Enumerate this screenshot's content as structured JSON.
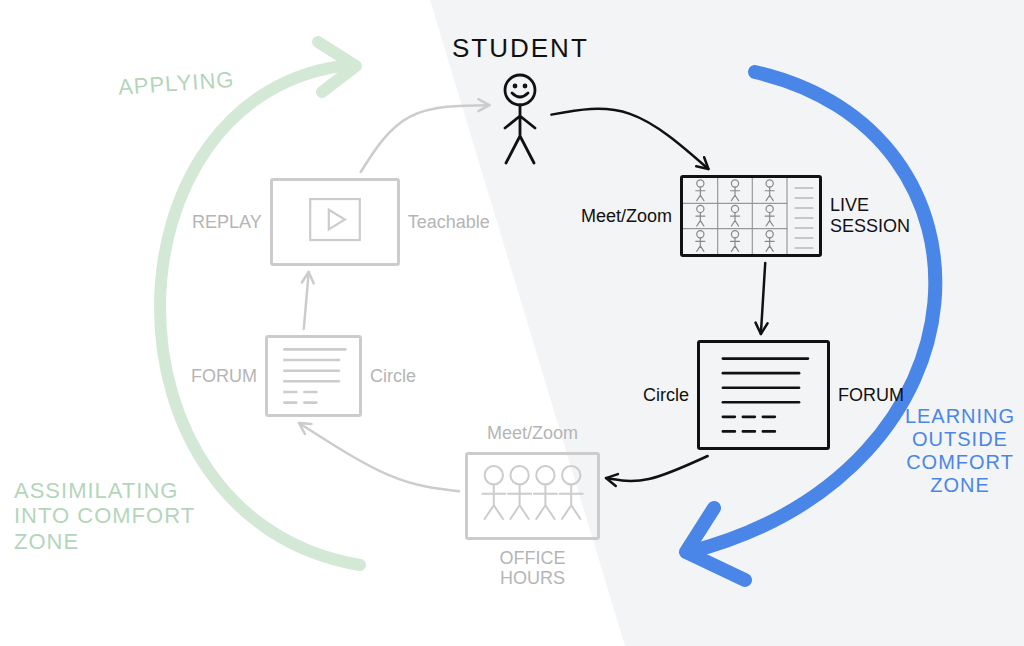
{
  "diagram": {
    "nodes": [
      {
        "text": [
          "STUDENT"
        ]
      },
      {
        "text": [
          "Meet/Zoom",
          "LIVE SESSION"
        ]
      },
      {
        "text": [
          "REPLAY",
          "Teachable"
        ]
      },
      {
        "text": [
          "Circle",
          "FORUM"
        ]
      },
      {
        "text": [
          "FORUM",
          "Circle"
        ]
      },
      {
        "text": [
          "Meet/Zoom",
          "OFFICE HOURS"
        ]
      }
    ],
    "edges": [
      {
        "from": 0,
        "to": 1,
        "arrow": "to"
      },
      {
        "from": 1,
        "to": 3,
        "arrow": "to"
      },
      {
        "from": 3,
        "to": 5,
        "arrow": "to"
      },
      {
        "from": 5,
        "to": 4,
        "arrow": "to"
      },
      {
        "from": 4,
        "to": 2,
        "arrow": "to"
      },
      {
        "from": 2,
        "to": 0,
        "arrow": "to"
      }
    ],
    "labels": [
      "APPLYING",
      "ASSIMILATING INTO COMFORT ZONE",
      "LEARNING OUTSIDE COMFORT ZONE"
    ]
  }
}
